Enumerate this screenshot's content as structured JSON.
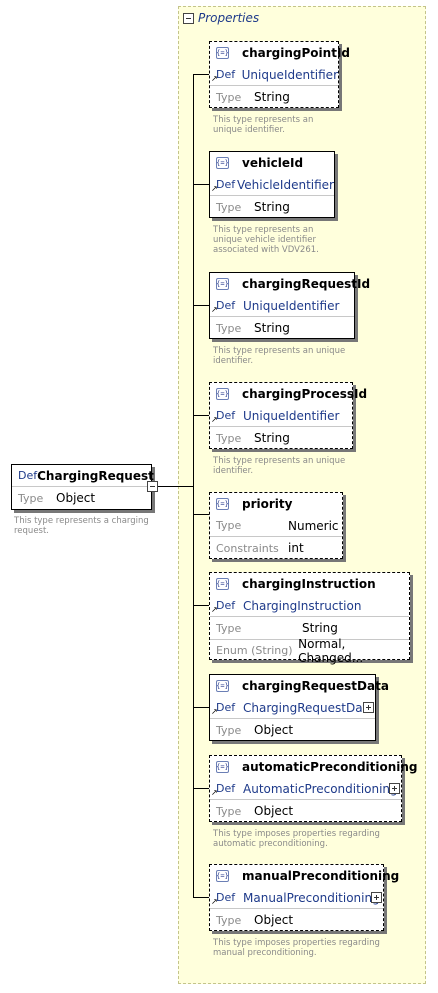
{
  "group": {
    "title": "Properties"
  },
  "labels": {
    "def": "Def",
    "type": "Type",
    "constraints": "Constraints",
    "enum": "Enum (String)",
    "element_icon": "{=}"
  },
  "root": {
    "name": "ChargingRequest",
    "type": "Object",
    "description": [
      "This type represents a charging",
      "request."
    ]
  },
  "properties": [
    {
      "name": "chargingPointId",
      "def": "UniqueIdentifier",
      "type": "String",
      "optional": true,
      "description": [
        "This type represents an",
        "unique identifier."
      ]
    },
    {
      "name": "vehicleId",
      "def": "VehicleIdentifier",
      "type": "String",
      "optional": false,
      "description": [
        "This type represents an",
        "unique vehicle identifier",
        "associated with VDV261."
      ]
    },
    {
      "name": "chargingRequestId",
      "def": "UniqueIdentifier",
      "type": "String",
      "optional": false,
      "description": [
        "This type represents an unique",
        "identifier."
      ]
    },
    {
      "name": "chargingProcessId",
      "def": "UniqueIdentifier",
      "type": "String",
      "optional": true,
      "description": [
        "This type represents an unique",
        "identifier."
      ]
    },
    {
      "name": "priority",
      "type": "Numeric",
      "constraints": "int",
      "optional": true,
      "description": []
    },
    {
      "name": "chargingInstruction",
      "def": "ChargingInstruction",
      "type": "String",
      "enum": "Normal, Changed...",
      "optional": true,
      "description": []
    },
    {
      "name": "chargingRequestData",
      "def": "ChargingRequestData",
      "type": "Object",
      "optional": false,
      "description": []
    },
    {
      "name": "automaticPreconditioning",
      "def": "AutomaticPreconditioning",
      "type": "Object",
      "optional": true,
      "description": [
        "This type imposes properties regarding",
        "automatic preconditioning."
      ]
    },
    {
      "name": "manualPreconditioning",
      "def": "ManualPreconditioning",
      "type": "Object",
      "optional": true,
      "description": [
        "This type imposes properties regarding",
        "manual preconditioning."
      ]
    }
  ]
}
